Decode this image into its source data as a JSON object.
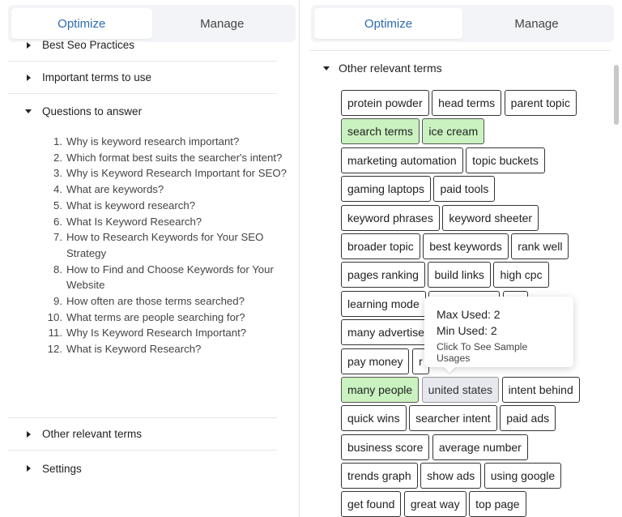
{
  "left": {
    "tabs": [
      {
        "label": "Optimize",
        "active": true
      },
      {
        "label": "Manage",
        "active": false
      }
    ],
    "sections": {
      "best_seo": "Best Seo Practices",
      "important_terms": "Important terms to use",
      "questions": "Questions to answer",
      "other_terms": "Other relevant terms",
      "settings": "Settings"
    },
    "questions": [
      {
        "n": "1.",
        "t": "Why is keyword research important?"
      },
      {
        "n": "2.",
        "t": "Which format best suits the searcher's intent?"
      },
      {
        "n": "3.",
        "t": "Why is Keyword Research Important for SEO?"
      },
      {
        "n": "4.",
        "t": "What are keywords?"
      },
      {
        "n": "5.",
        "t": "What is keyword research?"
      },
      {
        "n": "6.",
        "t": "What Is Keyword Research?"
      },
      {
        "n": "7.",
        "t": "How to Research Keywords for Your SEO Strategy"
      },
      {
        "n": "8.",
        "t": "How to Find and Choose Keywords for Your Website"
      },
      {
        "n": "9.",
        "t": "How often are those terms searched?"
      },
      {
        "n": "10.",
        "t": "What terms are people searching for?"
      },
      {
        "n": "11.",
        "t": "Why Is Keyword Research Important?"
      },
      {
        "n": "12.",
        "t": "What is Keyword Research?"
      }
    ]
  },
  "right": {
    "tabs": [
      {
        "label": "Optimize",
        "active": true
      },
      {
        "label": "Manage",
        "active": false
      }
    ],
    "section_title": "Other relevant terms",
    "chip_rows": [
      [
        "protein powder",
        "head terms",
        "parent topic"
      ],
      [
        "search terms",
        "ice cream"
      ],
      [
        "marketing automation",
        "topic buckets"
      ],
      [
        "gaming laptops",
        "paid tools"
      ],
      [
        "keyword phrases",
        "keyword sheeter"
      ],
      [
        "broader topic",
        "best keywords",
        "rank well"
      ],
      [
        "pages ranking",
        "build links",
        "high cpc"
      ],
      [
        "learning mode",
        "",
        "pe"
      ],
      [
        "many advertise"
      ],
      [
        "pay money",
        "r"
      ],
      [
        "many people",
        "united states",
        "intent behind"
      ],
      [
        "quick wins",
        "searcher intent",
        "paid ads"
      ],
      [
        "business score",
        "average number"
      ],
      [
        "trends graph",
        "show ads",
        "using google"
      ],
      [
        "get found",
        "great way",
        "top page"
      ]
    ],
    "green_terms": [
      "search terms",
      "ice cream",
      "many people"
    ],
    "hovered_term": "united states",
    "tooltip": {
      "max": "Max Used: 2",
      "min": "Min Used: 2",
      "hint": "Click To See Sample Usages"
    }
  }
}
